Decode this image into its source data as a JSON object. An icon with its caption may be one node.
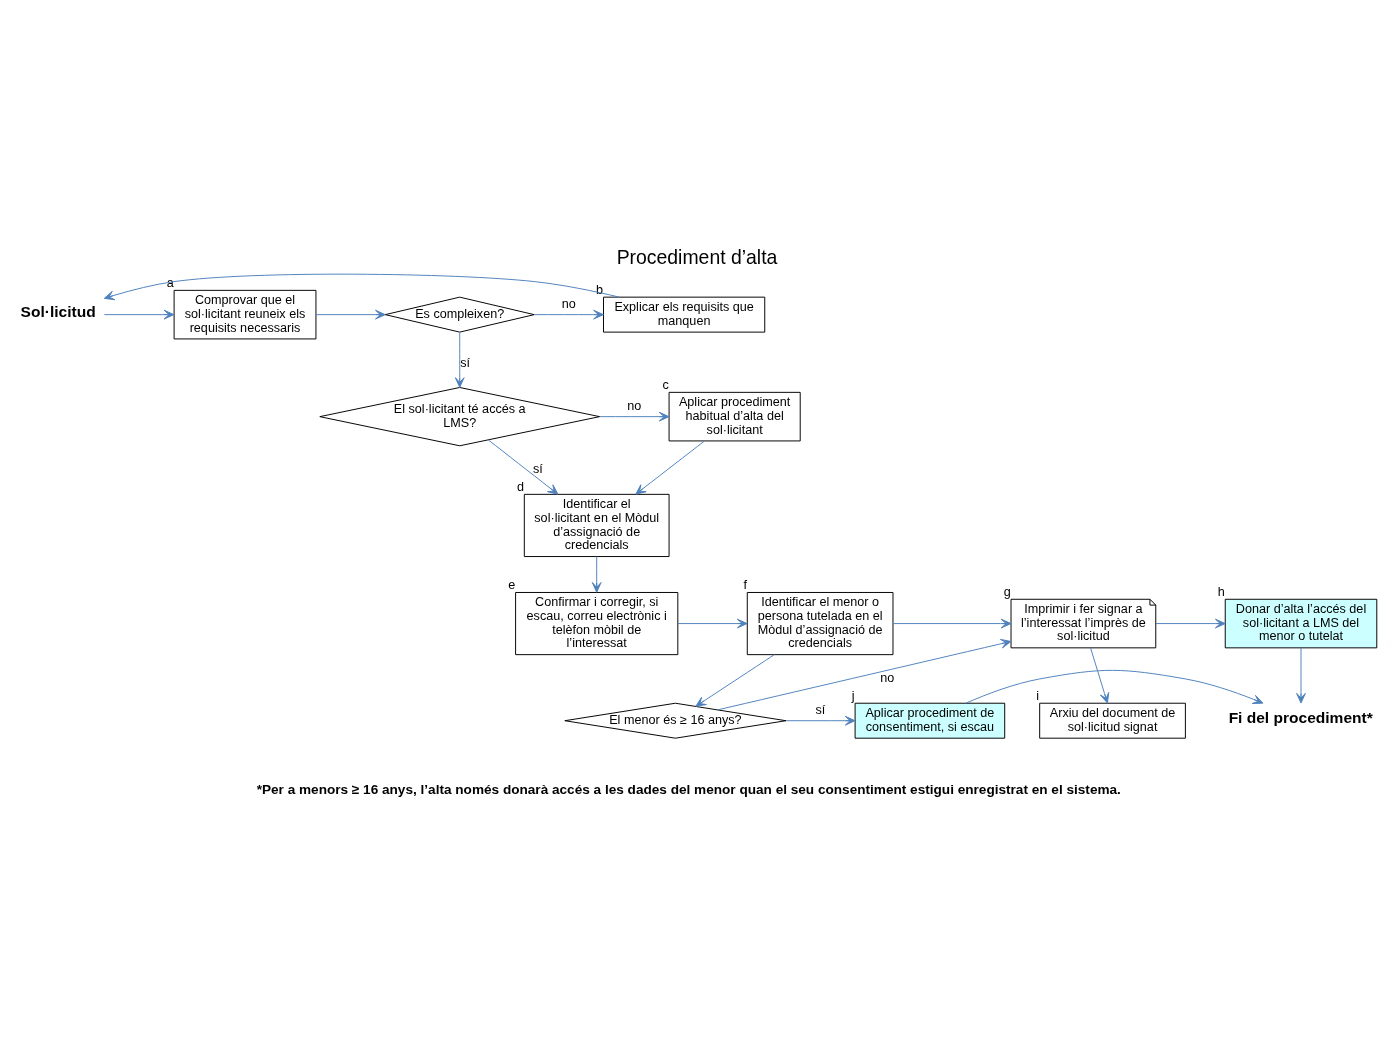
{
  "diagram": {
    "title": "Procediment d’alta",
    "caption": "*Per a menors ≥ 16 anys, l’alta només donarà accés a les dades del menor quan el seu consentiment estigui enregistrat en el sistema.",
    "nodes": [
      {
        "text": [
          "Sol·licitud"
        ]
      },
      {
        "text": [
          "Comprovar que el sol·licitant reuneix els requisits necessaris"
        ],
        "beside": [
          "a"
        ]
      },
      {
        "text": [
          "Es compleixen?"
        ]
      },
      {
        "text": [
          "Explicar els requisits que manquen"
        ],
        "beside": [
          "b"
        ]
      },
      {
        "text": [
          "El sol·licitant té accés a LMS?"
        ]
      },
      {
        "text": [
          "Aplicar procediment habitual d’alta del sol·licitant"
        ],
        "beside": [
          "c"
        ]
      },
      {
        "text": [
          "Identificar el sol·licitant en el Mòdul d’assignació de credencials"
        ],
        "beside": [
          "d"
        ]
      },
      {
        "text": [
          "Confirmar i corregir, si escau, correu electrònic i telèfon mòbil de l’interessat"
        ],
        "beside": [
          "e"
        ]
      },
      {
        "text": [
          "Identificar el menor o persona tutelada en el Mòdul d’assignació de credencials"
        ],
        "beside": [
          "f"
        ]
      },
      {
        "text": [
          "El menor és ≥ 16 anys?"
        ]
      },
      {
        "text": [
          "Aplicar procediment de consentiment, si escau"
        ],
        "beside": [
          "j"
        ]
      },
      {
        "text": [
          "Imprimir i fer signar a l’interessat l’imprès de sol·licitud"
        ],
        "beside": [
          "g"
        ]
      },
      {
        "text": [
          "Arxiu del document de sol·licitud signat"
        ],
        "beside": [
          "i"
        ]
      },
      {
        "text": [
          "Donar d’alta l’accés del sol·licitant a LMS del menor o tutelat"
        ],
        "beside": [
          "h"
        ]
      },
      {
        "text": [
          "Fi del procediment*"
        ]
      }
    ],
    "edges": [
      {
        "from": 0,
        "to": 1,
        "arrow": "to"
      },
      {
        "from": 1,
        "to": 2,
        "arrow": "to"
      },
      {
        "from": 2,
        "to": 3,
        "arrow": "to",
        "label": "no"
      },
      {
        "from": 3,
        "to": 0,
        "arrow": "to"
      },
      {
        "from": 2,
        "to": 4,
        "arrow": "to",
        "label": "sí"
      },
      {
        "from": 4,
        "to": 5,
        "arrow": "to",
        "label": "no"
      },
      {
        "from": 4,
        "to": 6,
        "arrow": "to",
        "label": "sí"
      },
      {
        "from": 5,
        "to": 6,
        "arrow": "to"
      },
      {
        "from": 6,
        "to": 7,
        "arrow": "to"
      },
      {
        "from": 7,
        "to": 8,
        "arrow": "to"
      },
      {
        "from": 8,
        "to": 9,
        "arrow": "to"
      },
      {
        "from": 9,
        "to": 10,
        "arrow": "to",
        "label": "sí"
      },
      {
        "from": 9,
        "to": 11,
        "arrow": "to",
        "label": "no"
      },
      {
        "from": 8,
        "to": 11,
        "arrow": "to"
      },
      {
        "from": 11,
        "to": 12,
        "arrow": "to"
      },
      {
        "from": 11,
        "to": 13,
        "arrow": "to"
      },
      {
        "from": 13,
        "to": 14,
        "arrow": "to"
      },
      {
        "from": 10,
        "to": 14,
        "arrow": "to"
      }
    ]
  }
}
